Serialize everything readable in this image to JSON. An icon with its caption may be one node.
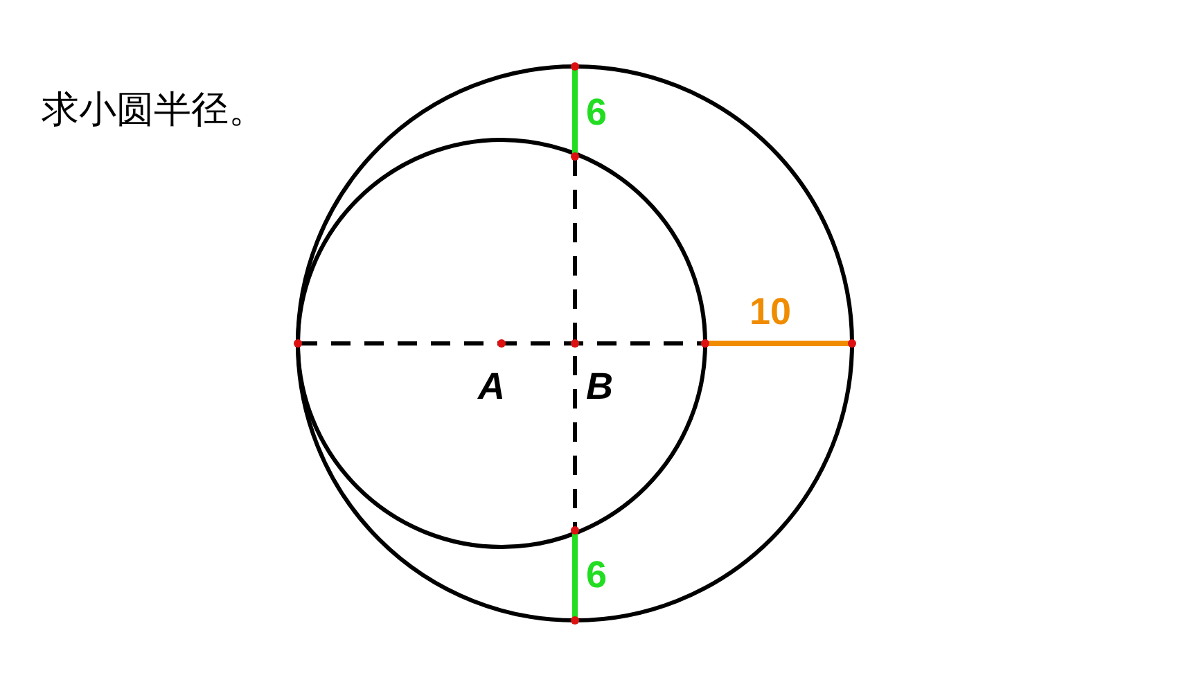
{
  "diagram": {
    "title": "求小圆半径。",
    "labels": [
      "6",
      "10",
      "A",
      "B",
      "6"
    ]
  }
}
